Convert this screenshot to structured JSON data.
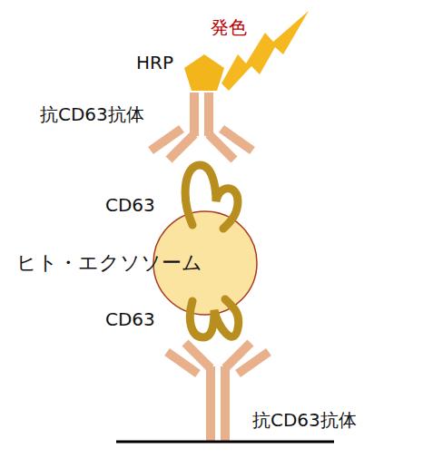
{
  "diagram": {
    "labels": [
      "発色",
      "HRP",
      "抗CD63抗体",
      "CD63",
      "ヒト・エクソソーム",
      "CD63",
      "抗CD63抗体"
    ]
  }
}
